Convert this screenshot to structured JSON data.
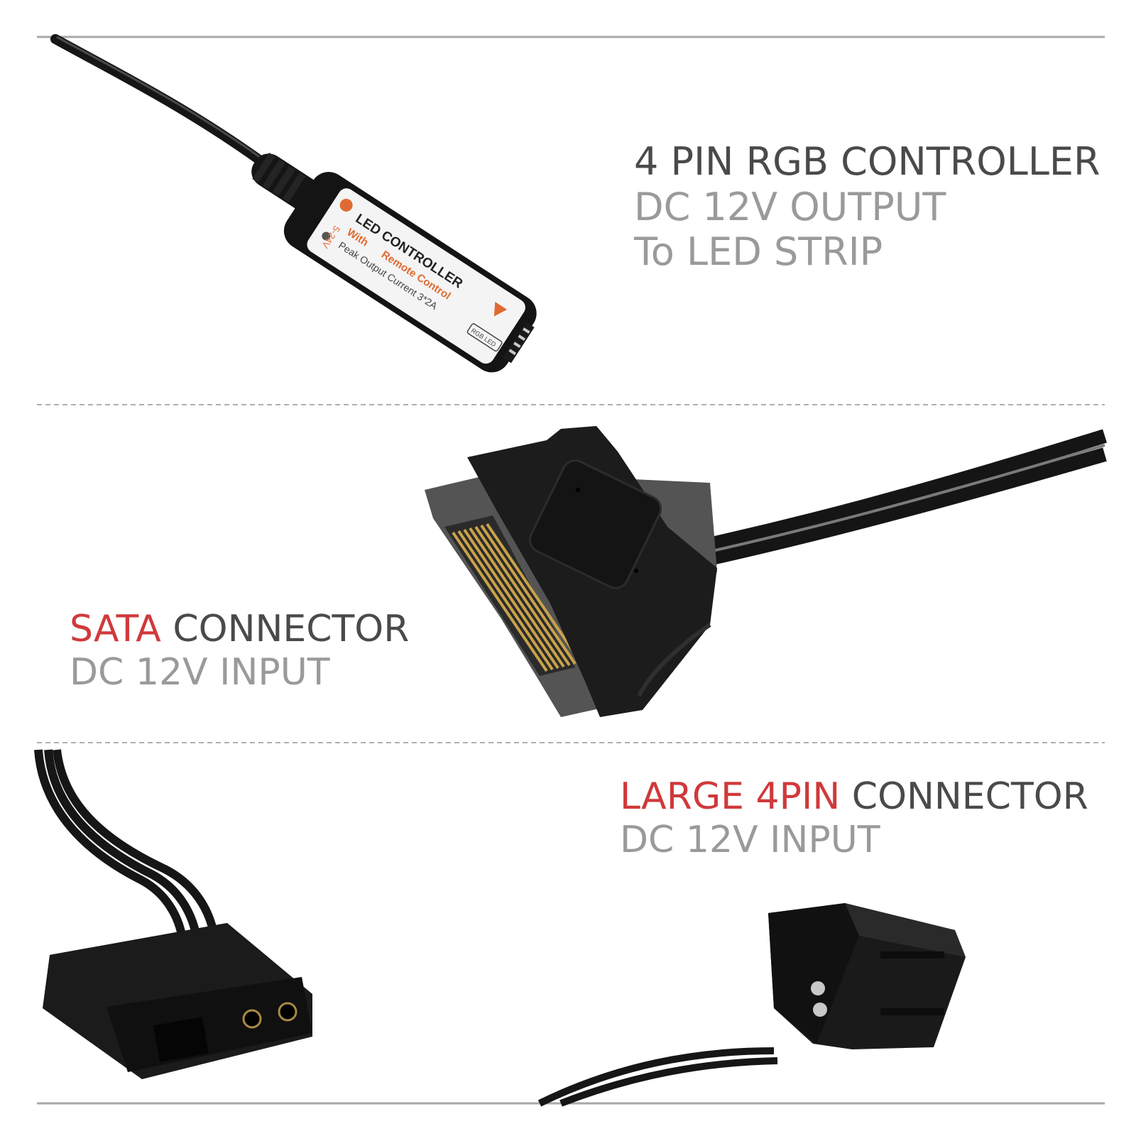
{
  "captions": {
    "controller": {
      "line1": "4 PIN RGB CONTROLLER",
      "line2": "DC 12V OUTPUT",
      "line3": "To LED STRIP"
    },
    "sata": {
      "highlight": "SATA",
      "rest": " CONNECTOR",
      "line2": "DC 12V INPUT"
    },
    "molex": {
      "highlight": "LARGE 4PIN",
      "rest": " CONNECTOR",
      "line2": "DC 12V INPUT"
    }
  },
  "controller_label": {
    "title": "LED CONTROLLER",
    "with": "With",
    "remote": "Remote Control",
    "peak": "Peak Output Current 3*2A",
    "voltage": "5-24V",
    "badge": "RGB LED"
  },
  "colors": {
    "caption_dark": "#4a4a4a",
    "caption_grey": "#9a9a9a",
    "highlight_red": "#d0393b",
    "connector_black": "#1c1c1c",
    "sata_gold": "#c9a24a",
    "divider": "#a8a8a8"
  },
  "icons": [
    "led-controller-photo",
    "sata-connector-photo",
    "molex-connector-photo"
  ]
}
